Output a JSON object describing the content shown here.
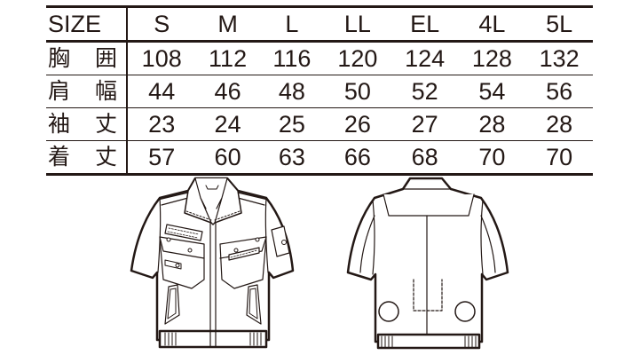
{
  "size_table": {
    "header_label": "SIZE",
    "sizes": [
      "S",
      "M",
      "L",
      "LL",
      "EL",
      "4L",
      "5L"
    ],
    "rows": [
      {
        "label_chars": [
          "胸",
          "囲"
        ],
        "label": "胸囲",
        "values": [
          "108",
          "112",
          "116",
          "120",
          "124",
          "128",
          "132"
        ]
      },
      {
        "label_chars": [
          "肩",
          "幅"
        ],
        "label": "肩幅",
        "values": [
          "44",
          "46",
          "48",
          "50",
          "52",
          "54",
          "56"
        ]
      },
      {
        "label_chars": [
          "袖",
          "丈"
        ],
        "label": "袖丈",
        "values": [
          "23",
          "24",
          "25",
          "26",
          "27",
          "28",
          "28"
        ]
      },
      {
        "label_chars": [
          "着",
          "丈"
        ],
        "label": "着丈",
        "values": [
          "57",
          "60",
          "63",
          "66",
          "68",
          "70",
          "70"
        ]
      }
    ]
  },
  "illustrations": {
    "front": "short-sleeve-work-jacket-front",
    "back": "short-sleeve-work-jacket-back-with-fans"
  },
  "colors": {
    "ink": "#231815",
    "background": "#ffffff"
  }
}
